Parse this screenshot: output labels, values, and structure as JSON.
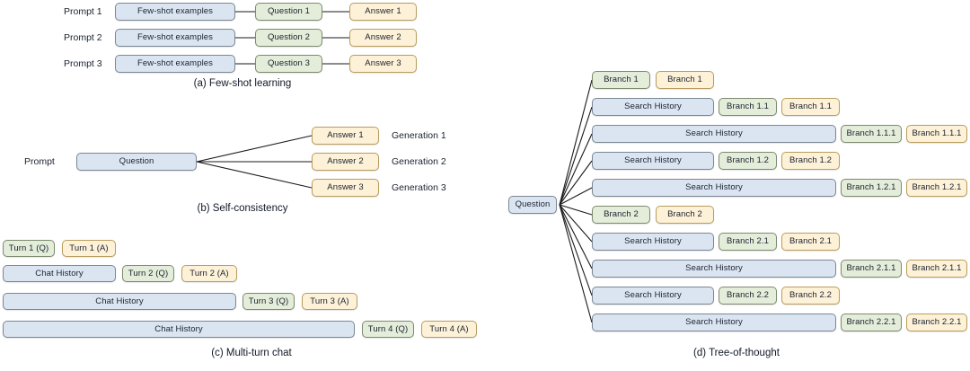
{
  "figure": {
    "panels": [
      {
        "id": "a",
        "caption": "(a) Few-shot learning",
        "rows": [
          {
            "label": "Prompt 1",
            "context": "Few-shot examples",
            "question": "Question 1",
            "answer": "Answer 1"
          },
          {
            "label": "Prompt 2",
            "context": "Few-shot examples",
            "question": "Question 2",
            "answer": "Answer 2"
          },
          {
            "label": "Prompt 3",
            "context": "Few-shot examples",
            "question": "Question 3",
            "answer": "Answer 3"
          }
        ]
      },
      {
        "id": "b",
        "caption": "(b) Self-consistency",
        "prompt_label": "Prompt",
        "question": "Question",
        "generations": [
          {
            "answer": "Answer 1",
            "label": "Generation 1"
          },
          {
            "answer": "Answer 2",
            "label": "Generation 2"
          },
          {
            "answer": "Answer 3",
            "label": "Generation 3"
          }
        ]
      },
      {
        "id": "c",
        "caption": "(c) Multi-turn chat",
        "history_label": "Chat History",
        "rows": [
          {
            "history": "",
            "q": "Turn 1 (Q)",
            "a": "Turn 1 (A)"
          },
          {
            "history": "Chat History",
            "q": "Turn 2 (Q)",
            "a": "Turn 2 (A)"
          },
          {
            "history": "Chat History",
            "q": "Turn 3 (Q)",
            "a": "Turn 3 (A)"
          },
          {
            "history": "Chat History",
            "q": "Turn 4 (Q)",
            "a": "Turn 4 (A)"
          }
        ]
      },
      {
        "id": "d",
        "caption": "(d) Tree-of-thought",
        "root": "Question",
        "history_label": "Search History",
        "rows": [
          {
            "history": "",
            "q": "Branch 1",
            "a": "Branch 1"
          },
          {
            "history": "Search History",
            "q": "Branch 1.1",
            "a": "Branch 1.1"
          },
          {
            "history": "Search History",
            "q": "Branch 1.1.1",
            "a": "Branch 1.1.1"
          },
          {
            "history": "Search History",
            "q": "Branch 1.2",
            "a": "Branch 1.2"
          },
          {
            "history": "Search History",
            "q": "Branch 1.2.1",
            "a": "Branch 1.2.1"
          },
          {
            "history": "",
            "q": "Branch 2",
            "a": "Branch 2"
          },
          {
            "history": "Search History",
            "q": "Branch 2.1",
            "a": "Branch 2.1"
          },
          {
            "history": "Search History",
            "q": "Branch 2.1.1",
            "a": "Branch 2.1.1"
          },
          {
            "history": "Search History",
            "q": "Branch 2.2",
            "a": "Branch 2.2"
          },
          {
            "history": "Search History",
            "q": "Branch 2.2.1",
            "a": "Branch 2.2.1"
          }
        ]
      }
    ],
    "colors": {
      "context_fill": "#dbe5f2",
      "question_fill": "#e3edd9",
      "answer_fill": "#fdf1d7",
      "edge": "#1a1a1a"
    }
  }
}
